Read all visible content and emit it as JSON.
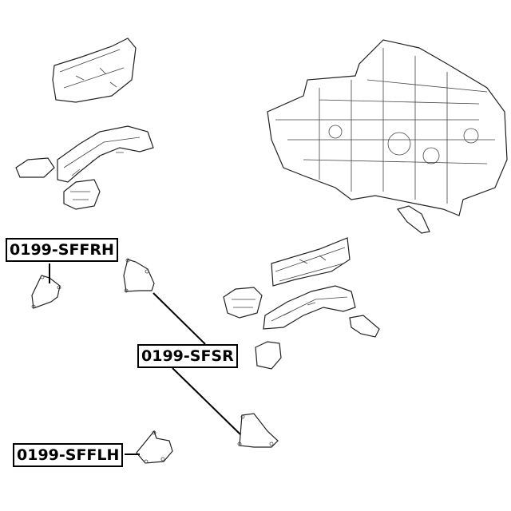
{
  "labels": {
    "front_right": "0199-SFFRH",
    "side": "0199-SFSR",
    "front_left": "0199-SFFLH"
  }
}
